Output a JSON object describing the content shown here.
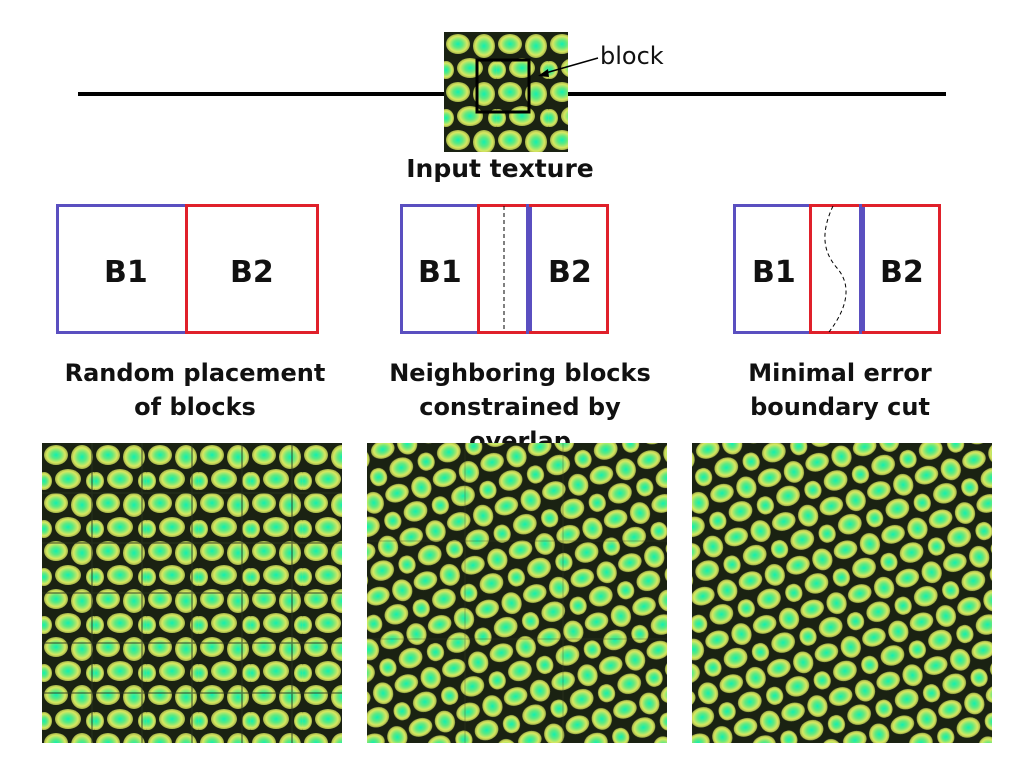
{
  "header": {
    "block_label": "block",
    "input_caption": "Input texture"
  },
  "panels": [
    {
      "b1": "B1",
      "b2": "B2",
      "caption_line1": "Random placement",
      "caption_line2": "of blocks"
    },
    {
      "b1": "B1",
      "b2": "B2",
      "caption_line1": "Neighboring blocks",
      "caption_line2": "constrained by overlap"
    },
    {
      "b1": "B1",
      "b2": "B2",
      "caption_line1": "Minimal error",
      "caption_line2": "boundary cut"
    }
  ],
  "colors": {
    "block1_border": "#5a4fc0",
    "block2_border": "#e0202a",
    "texture_dark": "#1a2212",
    "texture_cell": "#c8d85a",
    "texture_center": "#18e8a8"
  }
}
